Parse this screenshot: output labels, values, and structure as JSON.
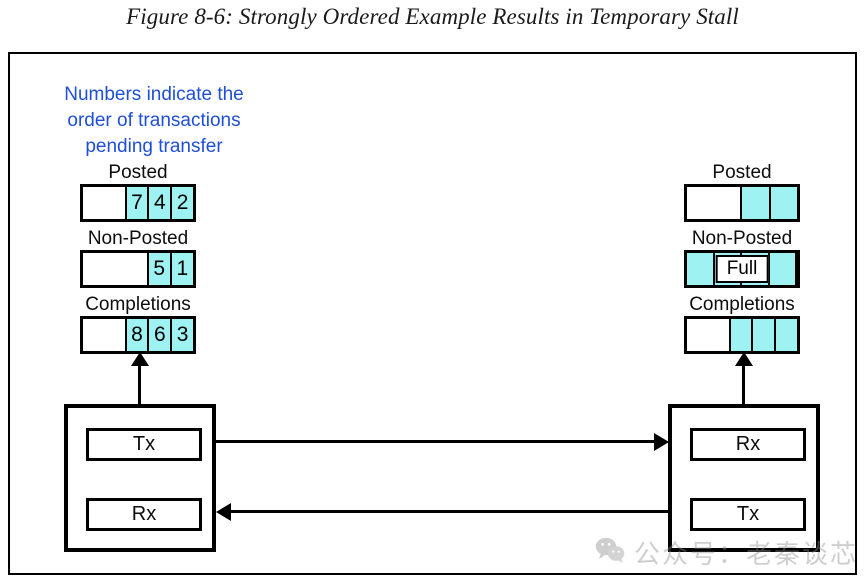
{
  "figure": {
    "title": "Figure 8-6: Strongly Ordered Example Results in Temporary Stall"
  },
  "legend_note": {
    "line1": "Numbers indicate the",
    "line2": "order of transactions",
    "line3": "pending transfer",
    "color": "#1f4fd8"
  },
  "colors": {
    "filled_cell": "#9ef2f2",
    "empty_cell": "#ffffff",
    "outline": "#000000",
    "watermark": "#8c8c8c"
  },
  "left_device": {
    "buffers": [
      {
        "label": "Posted",
        "cells": [
          {
            "value": "",
            "filled": false,
            "flex": 2.0
          },
          {
            "value": "7",
            "filled": true,
            "flex": 1.0
          },
          {
            "value": "4",
            "filled": true,
            "flex": 1.0
          },
          {
            "value": "2",
            "filled": true,
            "flex": 1.0
          }
        ]
      },
      {
        "label": "Non-Posted",
        "cells": [
          {
            "value": "",
            "filled": false,
            "flex": 3.0
          },
          {
            "value": "5",
            "filled": true,
            "flex": 1.0
          },
          {
            "value": "1",
            "filled": true,
            "flex": 1.0
          }
        ]
      },
      {
        "label": "Completions",
        "cells": [
          {
            "value": "",
            "filled": false,
            "flex": 2.0
          },
          {
            "value": "8",
            "filled": true,
            "flex": 1.0
          },
          {
            "value": "6",
            "filled": true,
            "flex": 1.0
          },
          {
            "value": "3",
            "filled": true,
            "flex": 1.0
          }
        ]
      }
    ],
    "ports": [
      {
        "label": "Tx"
      },
      {
        "label": "Rx"
      }
    ]
  },
  "right_device": {
    "buffers": [
      {
        "label": "Posted",
        "overlay": "",
        "cells": [
          {
            "value": "",
            "filled": false,
            "flex": 2.0
          },
          {
            "value": "",
            "filled": true,
            "flex": 1.0
          },
          {
            "value": "",
            "filled": true,
            "flex": 1.0
          }
        ]
      },
      {
        "label": "Non-Posted",
        "overlay": "Full",
        "cells": [
          {
            "value": "",
            "filled": true,
            "flex": 1.0
          },
          {
            "value": "",
            "filled": true,
            "flex": 1.0
          },
          {
            "value": "",
            "filled": true,
            "flex": 1.0
          },
          {
            "value": "",
            "filled": true,
            "flex": 1.0
          }
        ]
      },
      {
        "label": "Completions",
        "overlay": "",
        "cells": [
          {
            "value": "",
            "filled": false,
            "flex": 2.0
          },
          {
            "value": "",
            "filled": true,
            "flex": 1.0
          },
          {
            "value": "",
            "filled": true,
            "flex": 1.0
          },
          {
            "value": "",
            "filled": true,
            "flex": 1.0
          }
        ]
      }
    ],
    "ports": [
      {
        "label": "Rx"
      },
      {
        "label": "Tx"
      }
    ]
  },
  "watermark": {
    "text": "公众号：老秦谈芯",
    "icon": "wechat-icon"
  }
}
